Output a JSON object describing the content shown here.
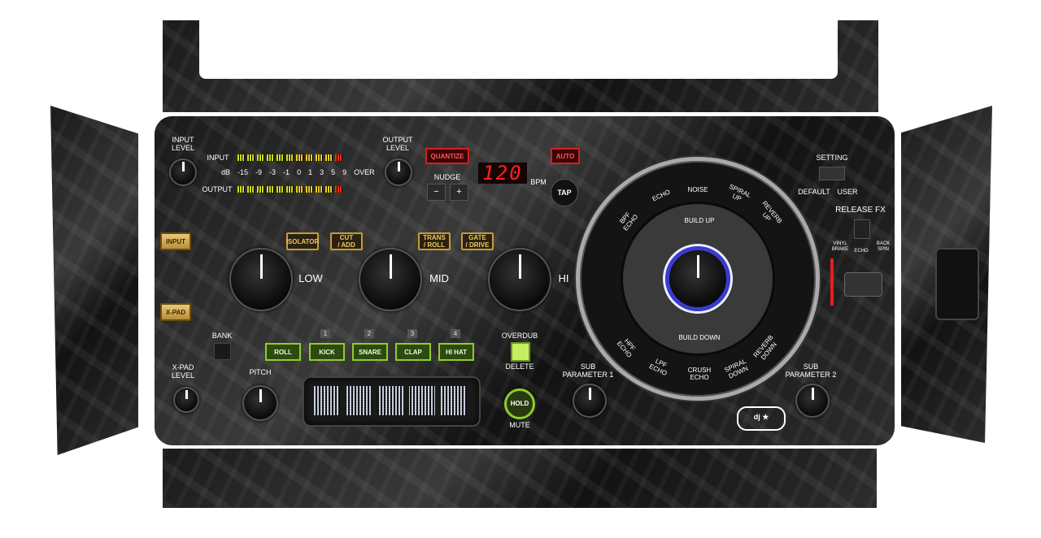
{
  "meters": {
    "input_label": "INPUT",
    "output_label": "OUTPUT",
    "scale": [
      "dB",
      "-15",
      "-9",
      "-3",
      "-1",
      "0",
      "1",
      "3",
      "5",
      "9",
      "OVER"
    ]
  },
  "knobs": {
    "input_level": "INPUT\nLEVEL",
    "output_level": "OUTPUT\nLEVEL",
    "low": "LOW",
    "mid": "MID",
    "hi": "HI",
    "pitch": "PITCH",
    "xpad_level": "X-PAD\nLEVEL",
    "sub1": "SUB\nPARAMETER 1",
    "sub2": "SUB\nPARAMETER 2"
  },
  "buttons": {
    "quantize": "QUANTIZE",
    "auto": "AUTO",
    "nudge": "NUDGE",
    "nudge_minus": "−",
    "nudge_plus": "+",
    "tap": "TAP",
    "bpm_value": "120",
    "bpm_unit": "BPM",
    "input": "INPUT",
    "xpad": "X-PAD",
    "isolator": "ISOLATOR",
    "cut_add": "CUT\n/ ADD",
    "trans_roll": "TRANS\n/ ROLL",
    "gate_drive": "GATE\n/ DRIVE",
    "bank": "BANK",
    "overdub": "OVERDUB",
    "delete": "DELETE",
    "hold": "HOLD",
    "mute": "MUTE"
  },
  "pads": [
    {
      "label": "ROLL"
    },
    {
      "num": "1",
      "label": "KICK"
    },
    {
      "num": "2",
      "label": "SNARE"
    },
    {
      "num": "3",
      "label": "CLAP"
    },
    {
      "num": "4",
      "label": "HI HAT"
    }
  ],
  "wheel": {
    "outer": [
      "BPF\nECHO",
      "ECHO",
      "NOISE",
      "SPIRAL\nUP",
      "REVERB\nUP",
      "HPF\nECHO",
      "LPF\nECHO",
      "CRUSH\nECHO",
      "SPIRAL\nDOWN",
      "REVERB\nDOWN"
    ],
    "build_up": "BUILD UP",
    "build_down": "BUILD DOWN"
  },
  "settings": {
    "setting": "SETTING",
    "default": "DEFAULT",
    "user": "USER",
    "release_fx": "RELEASE FX",
    "vinyl_brake": "VINYL\nBRAKE",
    "echo": "ECHO",
    "back_spin": "BACK\nSPIN"
  },
  "colors": {
    "accent_gold": "#d9b25a",
    "accent_green": "#8ccf2a",
    "accent_red": "#d42020",
    "wheel_blue": "#3a3ad0"
  }
}
